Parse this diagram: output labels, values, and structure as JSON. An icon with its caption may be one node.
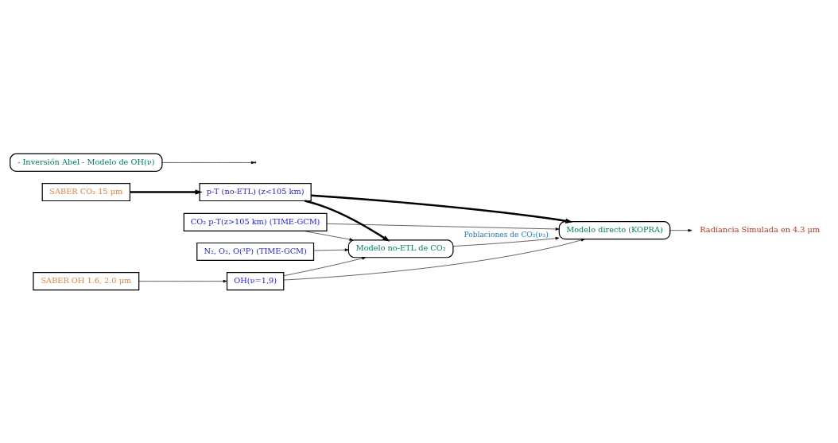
{
  "diagram": {
    "nodes": [
      {
        "text": [
          "N₂, O₂, O(³P) (TIME-GCM)"
        ]
      },
      {
        "text": [
          "CO₂ p-T(z>105 km) (TIME-GCM)"
        ]
      },
      {
        "text": [
          "SABER CO₂ 15 μm"
        ]
      },
      {
        "text": [
          "p-T (no-ETL) (z<105 km)"
        ]
      },
      {
        "text": [
          "SABER OH 1.6, 2.0 μm"
        ]
      },
      {
        "text": [
          "OH(ν=1,9)"
        ]
      },
      {
        "text": [
          "- Inversión Abel - Modelo de OH(ν)"
        ]
      },
      {
        "text": [
          "Modelo no-ETL de CO₂"
        ]
      },
      {
        "text": [
          "Modelo directo (KOPRA)"
        ]
      },
      {
        "text": [
          "Radiancia Simulada en 4.3 μm"
        ]
      }
    ],
    "edges": [
      {
        "from": 0,
        "to": 7,
        "arrow": "to"
      },
      {
        "from": 1,
        "to": 7,
        "arrow": "to"
      },
      {
        "from": 1,
        "to": 8,
        "arrow": "to"
      },
      {
        "from": 2,
        "to": 3,
        "arrow": "to",
        "style": "thick"
      },
      {
        "from": 3,
        "to": 7,
        "arrow": "to",
        "style": "thick"
      },
      {
        "from": 3,
        "to": 8,
        "arrow": "to",
        "style": "thick"
      },
      {
        "from": 4,
        "to": 5,
        "arrow": "to"
      },
      {
        "from": 6,
        "to": null,
        "arrow": "to"
      },
      {
        "from": 5,
        "to": 7,
        "arrow": "to"
      },
      {
        "from": 5,
        "to": 8,
        "arrow": "to"
      },
      {
        "from": 7,
        "to": 8,
        "label": "Poblaciones de CO₂(ν₃)",
        "arrow": "to"
      },
      {
        "from": 8,
        "to": 9,
        "arrow": "to"
      }
    ]
  }
}
